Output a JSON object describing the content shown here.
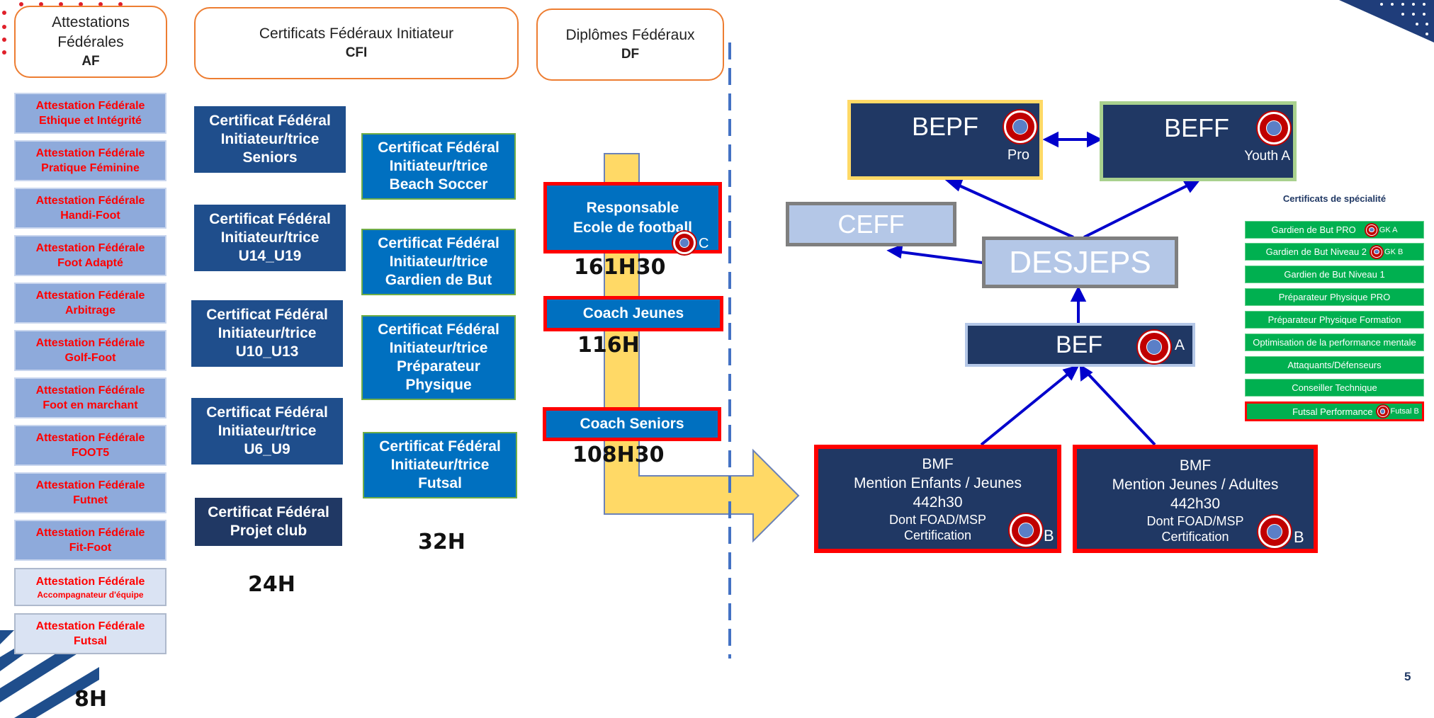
{
  "headers": {
    "af": {
      "title": "Attestations\nFédérales",
      "code": "AF"
    },
    "cfi": {
      "title": "Certificats Fédéraux Initiateur",
      "code": "CFI"
    },
    "df": {
      "title": "Diplômes Fédéraux",
      "code": "DF"
    }
  },
  "attestations": [
    {
      "line1": "Attestation Fédérale",
      "line2": "Ethique et Intégrité"
    },
    {
      "line1": "Attestation Fédérale",
      "line2": "Pratique Féminine"
    },
    {
      "line1": "Attestation Fédérale",
      "line2": "Handi-Foot"
    },
    {
      "line1": "Attestation Fédérale",
      "line2": "Foot Adapté"
    },
    {
      "line1": "Attestation Fédérale",
      "line2": "Arbitrage"
    },
    {
      "line1": "Attestation Fédérale",
      "line2": "Golf-Foot"
    },
    {
      "line1": "Attestation Fédérale",
      "line2": "Foot en marchant"
    },
    {
      "line1": "Attestation Fédérale",
      "line2": "FOOT5"
    },
    {
      "line1": "Attestation Fédérale",
      "line2": "Futnet"
    },
    {
      "line1": "Attestation Fédérale",
      "line2": "Fit-Foot"
    },
    {
      "line1": "Attestation Fédérale",
      "line2": "Accompagnateur d'équipe"
    },
    {
      "line1": "Attestation Fédérale",
      "line2": "Futsal"
    }
  ],
  "af_hours": "8H",
  "cfi_left": [
    "Certificat Fédéral\nInitiateur/trice\nSeniors",
    "Certificat Fédéral\nInitiateur/trice\nU14_U19",
    "Certificat Fédéral\nInitiateur/trice\nU10_U13",
    "Certificat Fédéral\nInitiateur/trice\nU6_U9",
    "Certificat Fédéral\nProjet club"
  ],
  "cfi_right": [
    "Certificat Fédéral\nInitiateur/trice\nBeach Soccer",
    "Certificat Fédéral\nInitiateur/trice\nGardien de But",
    "Certificat Fédéral\nInitiateur/trice\nPréparateur\nPhysique",
    "Certificat Fédéral\nInitiateur/trice\nFutsal"
  ],
  "cfi_left_hours": "24H",
  "cfi_right_hours": "32H",
  "df_boxes": {
    "ecole": {
      "line1": "Responsable",
      "line2": "Ecole de football",
      "level": "C",
      "hours": "161H30"
    },
    "jeunes": {
      "label": "Coach Jeunes",
      "hours": "116H"
    },
    "seniors": {
      "label": "Coach Seniors",
      "hours": "108H30"
    }
  },
  "diplomas": {
    "bepf": {
      "title": "BEPF",
      "level": "Pro"
    },
    "beff": {
      "title": "BEFF",
      "level": "Youth A"
    },
    "ceff": {
      "title": "CEFF"
    },
    "desjeps": {
      "title": "DESJEPS"
    },
    "bef": {
      "title": "BEF",
      "level": "A"
    },
    "bmf1": {
      "l1": "BMF",
      "l2": "Mention Enfants / Jeunes",
      "l3": "442h30",
      "l4": "Dont FOAD/MSP",
      "l5": "Certification",
      "level": "B"
    },
    "bmf2": {
      "l1": "BMF",
      "l2": "Mention Jeunes / Adultes",
      "l3": "442h30",
      "l4": "Dont FOAD/MSP",
      "l5": "Certification",
      "level": "B"
    }
  },
  "specialites": {
    "title": "Certificats de spécialité",
    "items": [
      {
        "label": "Gardien de But PRO",
        "tag": "GK A"
      },
      {
        "label": "Gardien de But Niveau 2",
        "tag": "GK B"
      },
      {
        "label": "Gardien de But Niveau 1",
        "tag": ""
      },
      {
        "label": "Préparateur Physique PRO",
        "tag": ""
      },
      {
        "label": "Préparateur Physique Formation",
        "tag": ""
      },
      {
        "label": "Optimisation de la performance mentale",
        "tag": ""
      },
      {
        "label": "Attaquants/Défenseurs",
        "tag": ""
      },
      {
        "label": "Conseiller Technique",
        "tag": ""
      },
      {
        "label": "Futsal Performance",
        "tag": "Futsal B"
      }
    ]
  },
  "page_number": "5",
  "colors": {
    "orange": "#ed7d31",
    "red": "#ff0000",
    "navy": "#203864",
    "blue": "#0070c0",
    "green": "#00b050",
    "yellow": "#ffd966"
  }
}
